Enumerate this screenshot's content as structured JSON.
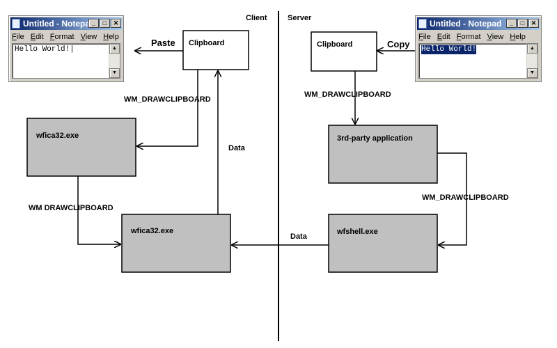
{
  "side_labels": {
    "client": "Client",
    "server": "Server"
  },
  "notepad_client": {
    "title": "Untitled - Notepad",
    "menu": [
      "File",
      "Edit",
      "Format",
      "View",
      "Help"
    ],
    "content": "Hello World!|",
    "selected": false
  },
  "notepad_server": {
    "title": "Untitled - Notepad",
    "menu": [
      "File",
      "Edit",
      "Format",
      "View",
      "Help"
    ],
    "content": "Hello World!",
    "selected": true
  },
  "nodes": {
    "client_clipboard": "Clipboard",
    "server_clipboard": "Clipboard",
    "client_wfica_top": "wfica32.exe",
    "client_wfica_bottom": "wfica32.exe",
    "third_party": "3rd-party application",
    "wfshell": "wfshell.exe"
  },
  "edge_labels": {
    "paste": "Paste",
    "copy": "Copy",
    "server_wm_draw": "WM_DRAWCLIPBOARD",
    "client_wm_draw": "WM_DRAWCLIPBOARD",
    "server_wm_draw_2": "WM_DRAWCLIPBOARD",
    "client_wm_draw_2": "WM  DRAWCLIPBOARD",
    "data_client": "Data",
    "data_cross": "Data"
  },
  "colors": {
    "node_gray": "#c0c0c0",
    "node_white": "#ffffff",
    "titlebar_start": "#0a246a",
    "titlebar_end": "#a6caf0",
    "selection": "#0a246a"
  }
}
